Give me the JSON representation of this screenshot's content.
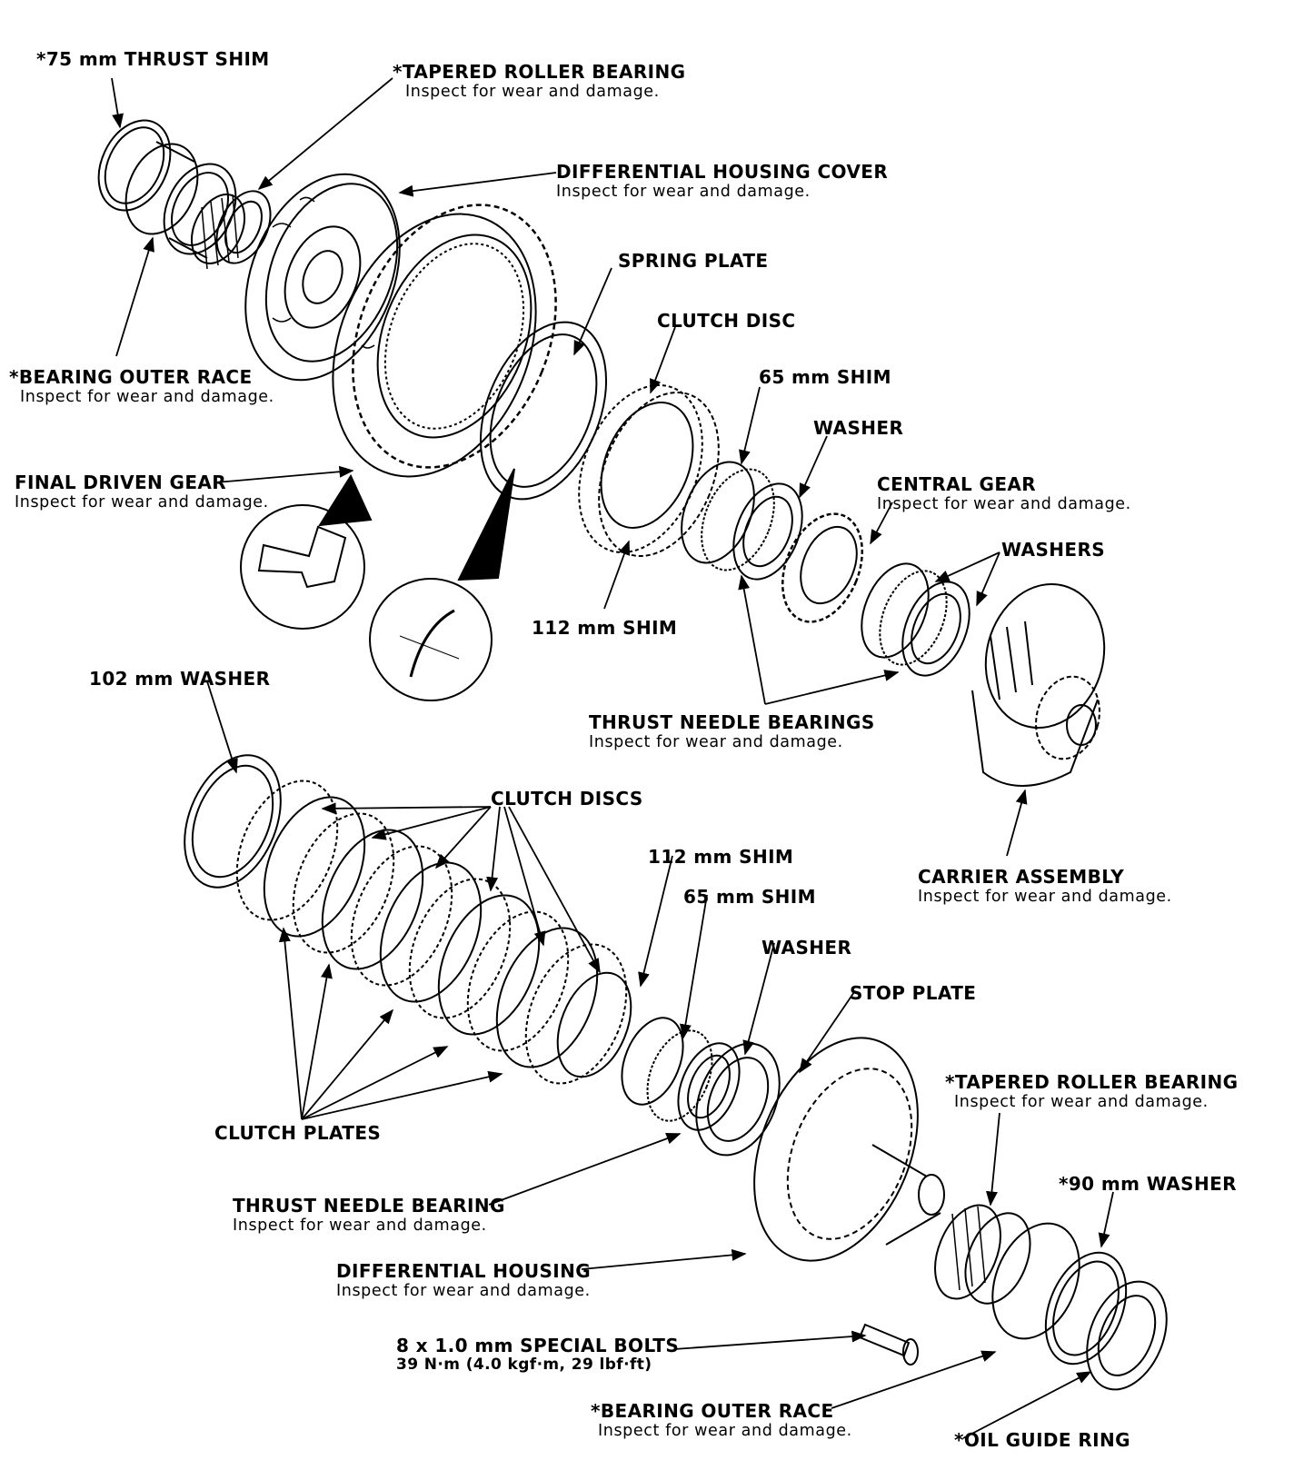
{
  "labels": {
    "thrust_shim_75": {
      "title": "*75 mm THRUST SHIM"
    },
    "tapered_bearing_top": {
      "title": "*TAPERED ROLLER BEARING",
      "sub": "Inspect for wear and damage."
    },
    "diff_housing_cover": {
      "title": "DIFFERENTIAL HOUSING COVER",
      "sub": "Inspect for wear and damage."
    },
    "spring_plate": {
      "title": "SPRING PLATE"
    },
    "clutch_disc": {
      "title": "CLUTCH DISC"
    },
    "shim_65_top": {
      "title": "65 mm SHIM"
    },
    "washer_top": {
      "title": "WASHER"
    },
    "bearing_outer_race_top": {
      "title": "*BEARING OUTER RACE",
      "sub": "Inspect for wear and damage."
    },
    "final_driven_gear": {
      "title": "FINAL DRIVEN GEAR",
      "sub": "Inspect for wear and damage."
    },
    "central_gear": {
      "title": "CENTRAL GEAR",
      "sub": "Inspect for wear and damage."
    },
    "washers": {
      "title": "WASHERS"
    },
    "shim_112_top": {
      "title": "112 mm SHIM"
    },
    "washer_102": {
      "title": "102 mm WASHER"
    },
    "thrust_needle_bearings": {
      "title": "THRUST NEEDLE BEARINGS",
      "sub": "Inspect for wear and damage."
    },
    "clutch_discs": {
      "title": "CLUTCH DISCS"
    },
    "shim_112_bottom": {
      "title": "112 mm SHIM"
    },
    "carrier_assembly": {
      "title": "CARRIER ASSEMBLY",
      "sub": "Inspect for wear and damage."
    },
    "shim_65_bottom": {
      "title": "65 mm SHIM"
    },
    "washer_bottom": {
      "title": "WASHER"
    },
    "stop_plate": {
      "title": "STOP PLATE"
    },
    "tapered_bearing_bottom": {
      "title": "*TAPERED ROLLER BEARING",
      "sub": "Inspect for wear and damage."
    },
    "clutch_plates": {
      "title": "CLUTCH PLATES"
    },
    "washer_90": {
      "title": "*90 mm WASHER"
    },
    "thrust_needle_bearing": {
      "title": "THRUST NEEDLE BEARING",
      "sub": "Inspect for wear and damage."
    },
    "differential_housing": {
      "title": "DIFFERENTIAL HOUSING",
      "sub": "Inspect for wear and damage."
    },
    "special_bolts": {
      "title": "8 x 1.0 mm SPECIAL BOLTS",
      "sub": "39 N·m (4.0 kgf·m, 29 lbf·ft)"
    },
    "bearing_outer_race_bottom": {
      "title": "*BEARING OUTER RACE",
      "sub": "Inspect for wear and damage."
    },
    "oil_guide_ring": {
      "title": "*OIL GUIDE RING"
    }
  }
}
